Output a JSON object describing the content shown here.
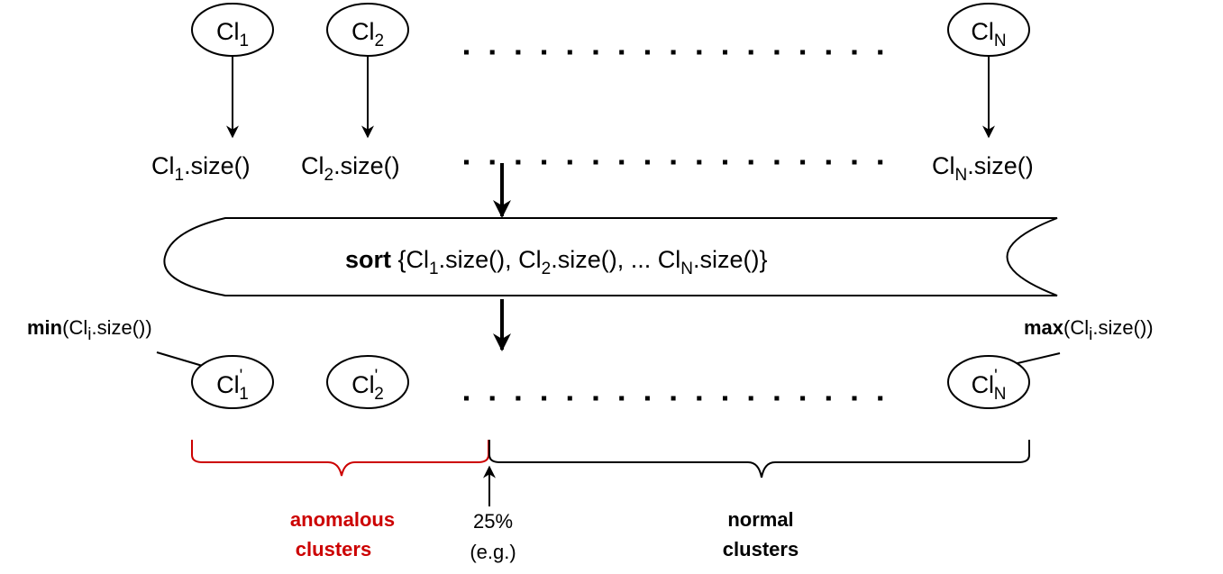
{
  "colors": {
    "anomalous": "#cc0000",
    "normal": "#000000",
    "stroke": "#000000",
    "background": "#ffffff"
  },
  "clusters_top": [
    {
      "base": "Cl",
      "sub": "1"
    },
    {
      "base": "Cl",
      "sub": "2"
    },
    {
      "base": "Cl",
      "sub": "N"
    }
  ],
  "sizes": [
    {
      "base": "Cl",
      "sub": "1",
      "suffix": ".size()"
    },
    {
      "base": "Cl",
      "sub": "2",
      "suffix": ".size()"
    },
    {
      "base": "Cl",
      "sub": "N",
      "suffix": ".size()"
    }
  ],
  "sort": {
    "keyword": "sort",
    "open": " {Cl",
    "s1": "1",
    "mid1": ".size(), Cl",
    "s2": "2",
    "mid2": ".size(), ... Cl",
    "sN": "N",
    "close": ".size()}"
  },
  "min_label": {
    "keyword": "min",
    "open": "(Cl",
    "sub": "i",
    "close": ".size())"
  },
  "max_label": {
    "keyword": "max",
    "open": "(Cl",
    "sub": "i",
    "close": ".size())"
  },
  "clusters_sorted": [
    {
      "base": "Cl",
      "prime": "'",
      "sub": "1"
    },
    {
      "base": "Cl",
      "prime": "'",
      "sub": "2"
    },
    {
      "base": "Cl",
      "prime": "'",
      "sub": "N"
    }
  ],
  "groups": {
    "anomalous_line1": "anomalous",
    "anomalous_line2": "clusters",
    "normal_line1": "normal",
    "normal_line2": "clusters",
    "threshold_line1": "25%",
    "threshold_line2": "(e.g.)"
  }
}
